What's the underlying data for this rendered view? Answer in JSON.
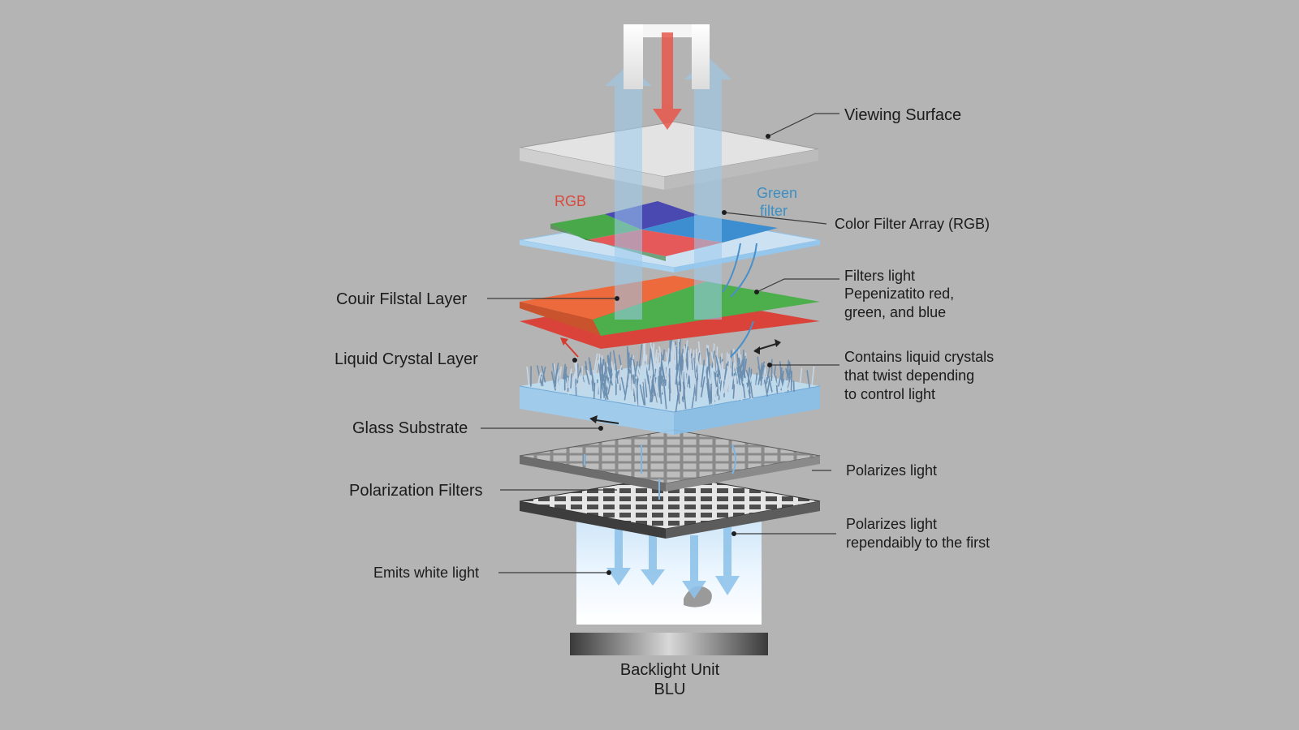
{
  "labels": {
    "viewing_surface": "Viewing Surface",
    "rgb": "RGB",
    "green_filter_line1": "Green",
    "green_filter_line2": "filter",
    "color_filter_array": "Color Filter Array (RGB)",
    "couir_filstal_layer": "Couir Filstal Layer",
    "filters_light_title": "Filters light",
    "filters_light_line2": "Pepenizatito red,",
    "filters_light_line3": "green, and blue",
    "liquid_crystal_layer": "Liquid Crystal Layer",
    "contains_line1": "Contains liquid crystals",
    "contains_line2": "that twist depending",
    "contains_line3": "to control light",
    "glass_substrate": "Glass Substrate",
    "polarizes_light_1": "Polarizes light",
    "polarization_filters": "Polarization Filters",
    "polarizes_light_2_title": "Polarizes light",
    "polarizes_light_2_line2": "rependaibly to the first",
    "emits_white_light": "Emits white light",
    "backlight_line1": "Backlight Unit",
    "backlight_line2": "BLU"
  },
  "colors": {
    "background": "#b4b4b4",
    "rgb_label": "#d94a3e",
    "green_filter_label": "#3b8fc4",
    "light_beam": "#9ccbef",
    "red_beam": "#e8574a",
    "filter_red": "#d9433a",
    "filter_orange": "#ec6a3c",
    "filter_green": "#4caf4c",
    "filter_blue": "#3f5fc0",
    "glass": "#a9d3f2"
  }
}
